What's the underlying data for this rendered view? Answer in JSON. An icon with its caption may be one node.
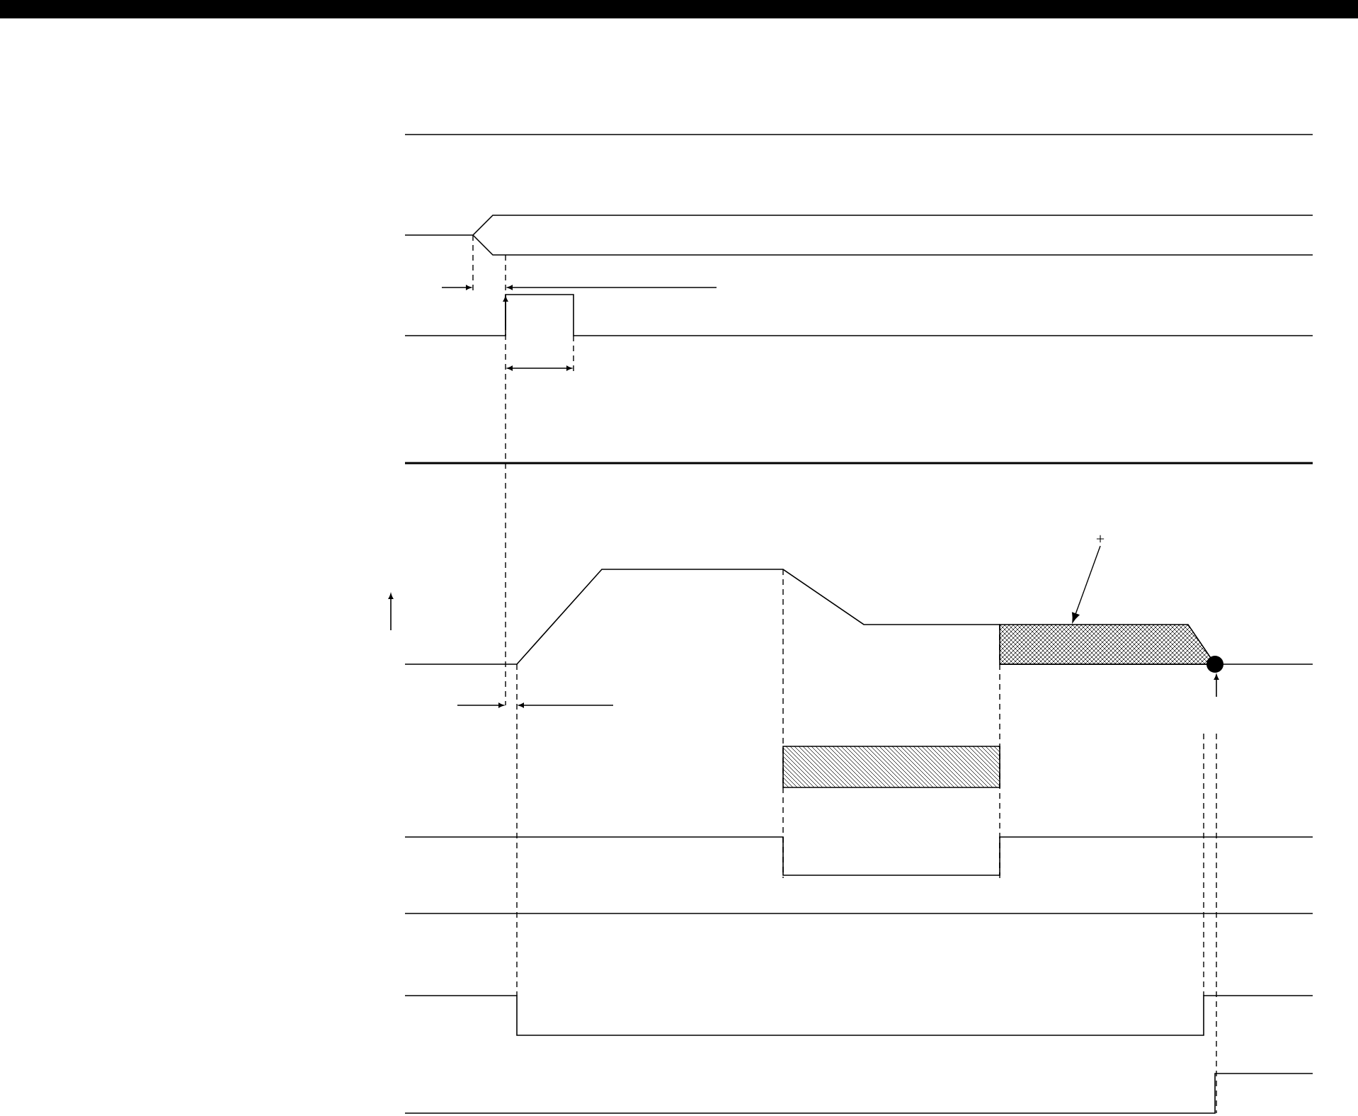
{
  "diagram": {
    "nodes": [
      {
        "text": [
          "+"
        ]
      },
      {
        "text": [],
        "shape": "box"
      },
      {
        "text": [],
        "shape": "bar"
      }
    ],
    "edges": [
      {
        "from": 0,
        "to": 1,
        "arrow": "to"
      }
    ]
  }
}
